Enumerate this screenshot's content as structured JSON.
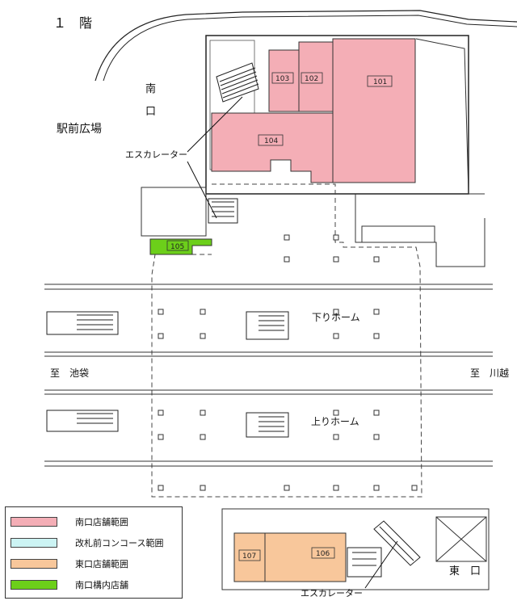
{
  "floor_title": "１　階",
  "labels": {
    "south_exit_1": "南",
    "south_exit_2": "口",
    "station_plaza": "駅前広場",
    "escalator_top": "エスカレーター",
    "escalator_bottom": "エスカレーター",
    "down_platform": "下りホーム",
    "up_platform": "上りホーム",
    "to_ikebukuro": "至　池袋",
    "to_kawagoe": "至　川越",
    "east_exit": "東　口"
  },
  "units": {
    "u101": "101",
    "u102": "102",
    "u103": "103",
    "u104": "104",
    "u105": "105",
    "u106": "106",
    "u107": "107"
  },
  "legend": [
    {
      "label": "南口店舗範囲",
      "color": "#f4aeb6"
    },
    {
      "label": "改札前コンコース範囲",
      "color": "#ccf4f4"
    },
    {
      "label": "東口店舗範囲",
      "color": "#f8c79b"
    },
    {
      "label": "南口構内店舗",
      "color": "#6ccf1a"
    }
  ],
  "colors": {
    "south_shop": "#f4aeb6",
    "east_shop": "#f8c79b",
    "in_station_shop": "#6ccf1a"
  }
}
